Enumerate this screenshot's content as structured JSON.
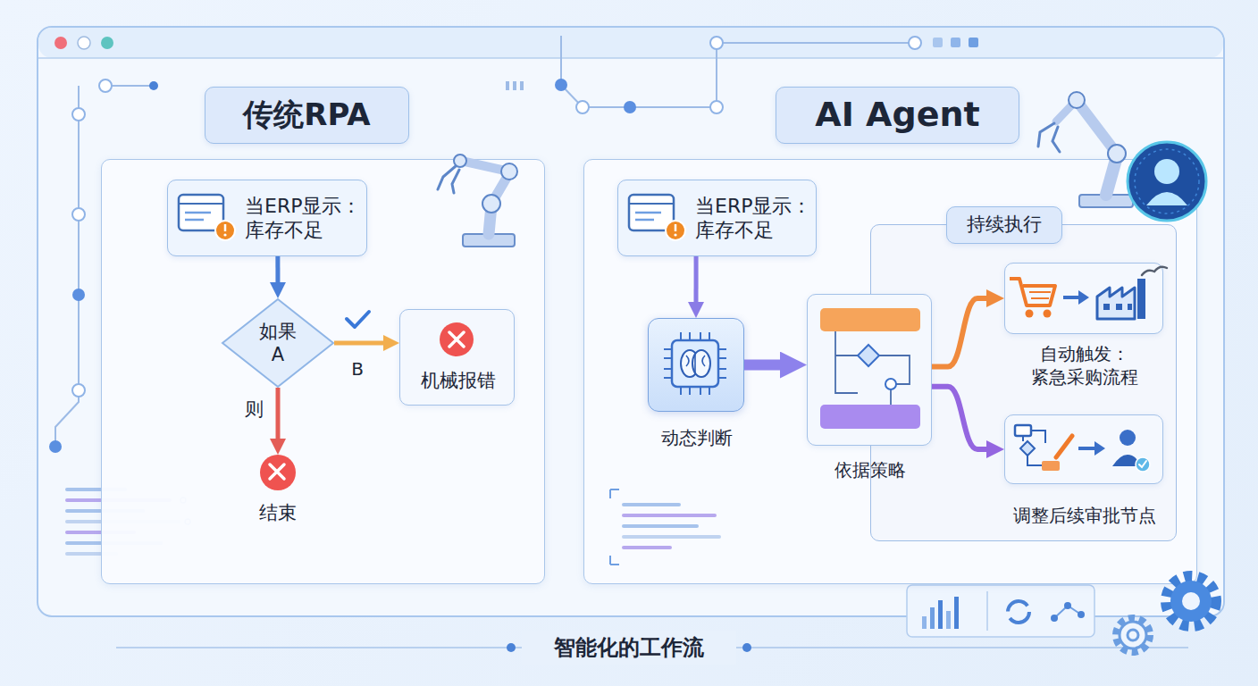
{
  "diagram": {
    "caption": "智能化的工作流",
    "nodes": [
      {
        "text": [
          "传统RPA"
        ]
      },
      {
        "text": [
          "当ERP显示： 库存不足"
        ],
        "in": 0
      },
      {
        "text": [
          "如果 A"
        ],
        "in": 0
      },
      {
        "text": [
          "机械报错"
        ],
        "in": 0
      },
      {
        "text": [
          "结束"
        ],
        "in": 0
      },
      {
        "text": [
          "AI Agent"
        ]
      },
      {
        "text": [
          "当ERP显示： 库存不足"
        ],
        "in": 5
      },
      {
        "text": [
          "动态判断"
        ],
        "in": 5
      },
      {
        "text": [
          "依据策略"
        ],
        "in": 5
      },
      {
        "text": [
          "持续执行"
        ],
        "in": 5
      },
      {
        "text": [
          "自动触发： 紧急采购流程"
        ],
        "in": 9
      },
      {
        "text": [
          "调整后续审批节点"
        ],
        "in": 9
      }
    ],
    "edges": [
      {
        "from": 1,
        "to": 2,
        "arrow": "to"
      },
      {
        "from": 2,
        "to": 3,
        "label": "B",
        "arrow": "to"
      },
      {
        "from": 2,
        "to": 4,
        "label": "则",
        "arrow": "to"
      },
      {
        "from": 6,
        "to": 7,
        "arrow": "to"
      },
      {
        "from": 7,
        "to": 8,
        "arrow": "to"
      },
      {
        "from": 8,
        "to": 10,
        "arrow": "to"
      },
      {
        "from": 8,
        "to": 11,
        "arrow": "to"
      }
    ]
  }
}
